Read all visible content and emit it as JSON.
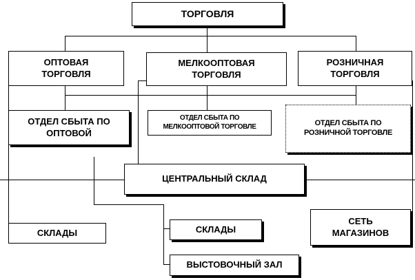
{
  "diagram": {
    "nodes": {
      "trade": "ТОРГОВЛЯ",
      "wholesale": "ОПТОВАЯ\nТОРГОВЛЯ",
      "small_wholesale": "МЕЛКООПТОВАЯ\nТОРГОВЛЯ",
      "retail": "РОЗНИЧНАЯ\nТОРГОВЛЯ",
      "dept_wholesale": "ОТДЕЛ СБЫТА ПО\nОПТОВОЙ",
      "dept_small_wholesale": "ОТДЕЛ СБЫТА ПО\nМЕЛКООПТОВОЙ ТОРГОВЛЕ",
      "dept_retail": "ОТДЕЛ СБЫТА  ПО\nРОЗНИЧНОЙ  ТОРГОВЛЕ",
      "central_warehouse": "ЦЕНТРАЛЬНЫЙ  СКЛАД",
      "warehouses_left": "СКЛАДЫ",
      "warehouses_mid": "СКЛАДЫ",
      "store_network": "СЕТЬ\nМАГАЗИНОВ",
      "showroom": "ВЫСТОВОЧНЫЙ ЗАЛ"
    }
  }
}
